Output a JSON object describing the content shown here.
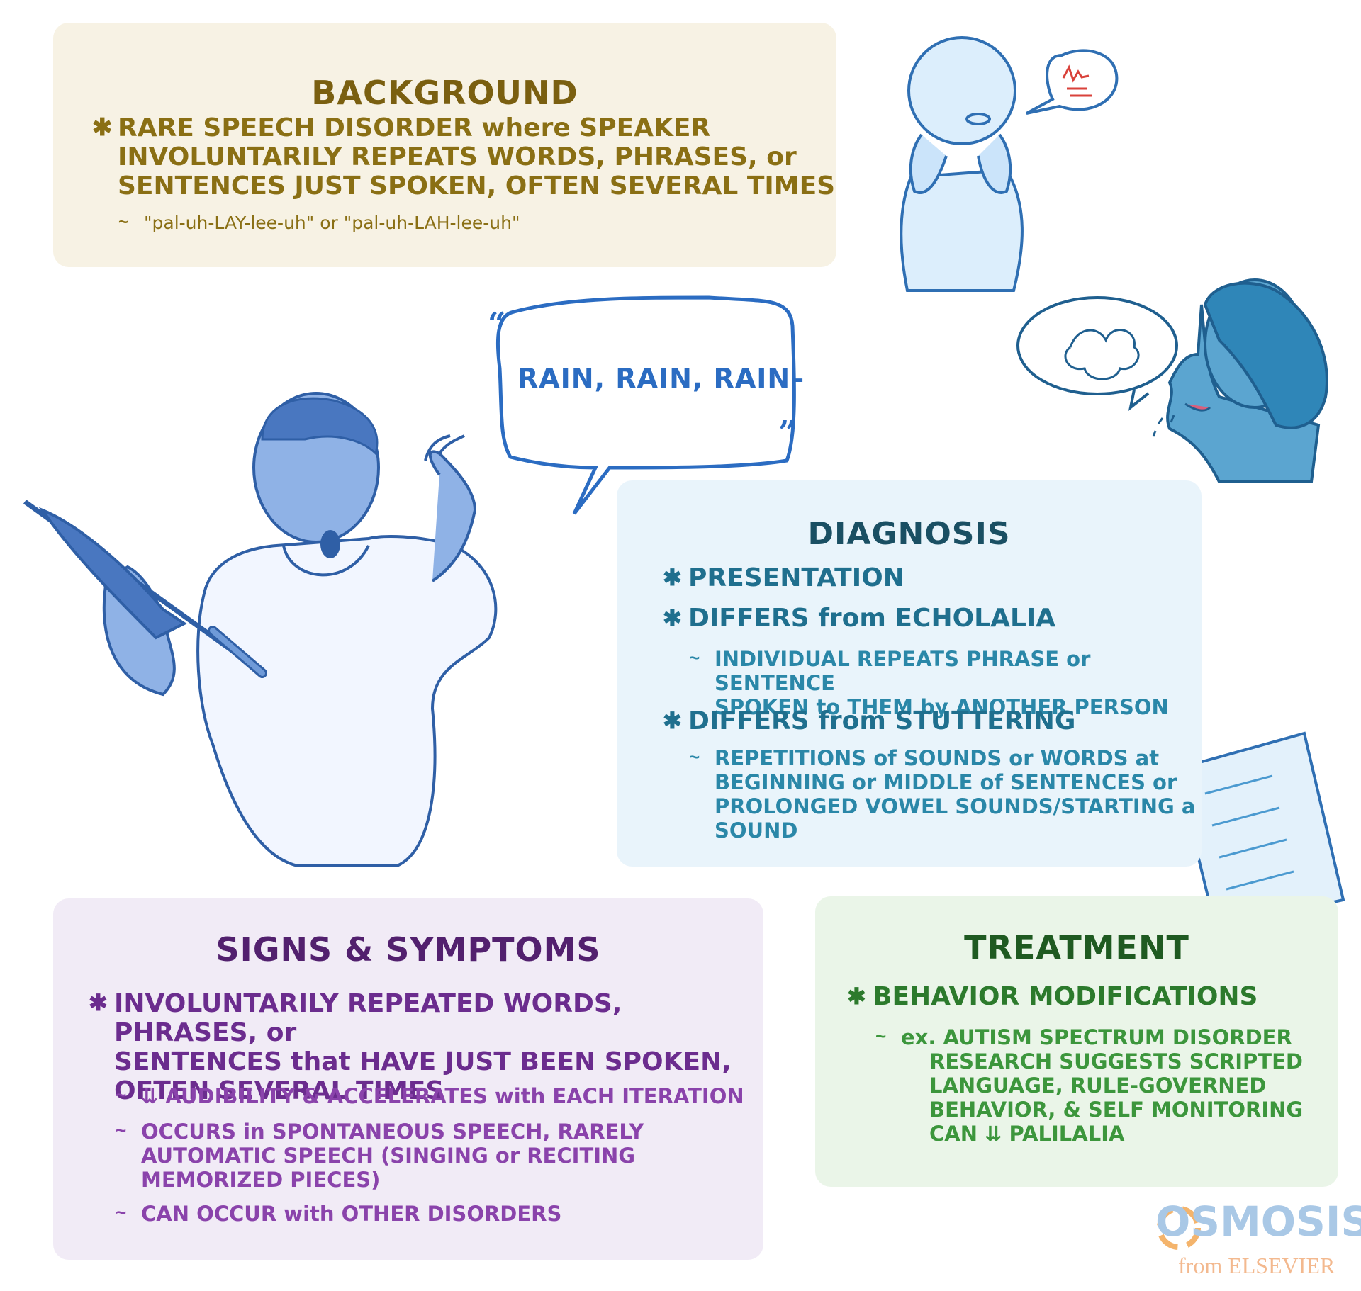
{
  "background": {
    "title": "BACKGROUND",
    "bullet_mark": "✱",
    "points": [
      "RARE SPEECH DISORDER where SPEAKER",
      "INVOLUNTARILY REPEATS WORDS, PHRASES, or",
      "SENTENCES JUST SPOKEN, OFTEN SEVERAL TIMES"
    ],
    "sub_mark": "~",
    "pronunciation": "\"pal-uh-LAY-lee-uh\" or \"pal-uh-LAH-lee-uh\""
  },
  "speech_bubble": {
    "text": "RAIN, RAIN, RAIN–",
    "open_quote": "“",
    "close_quote": "”"
  },
  "diagnosis": {
    "title": "DIAGNOSIS",
    "bullet_mark": "✱",
    "sub_mark": "~",
    "item1": "PRESENTATION",
    "item2": "DIFFERS from ECHOLALIA",
    "item2_sub": [
      "INDIVIDUAL REPEATS PHRASE or SENTENCE",
      "SPOKEN to THEM by ANOTHER PERSON"
    ],
    "item3": "DIFFERS from STUTTERING",
    "item3_sub": [
      "REPETITIONS of SOUNDS or WORDS at",
      "BEGINNING or MIDDLE of SENTENCES or",
      "PROLONGED VOWEL SOUNDS/STARTING a",
      "SOUND"
    ]
  },
  "signs": {
    "title": "SIGNS & SYMPTOMS",
    "bullet_mark": "✱",
    "sub_mark": "~",
    "main": [
      "INVOLUNTARILY REPEATED WORDS, PHRASES, or",
      "SENTENCES that HAVE JUST BEEN SPOKEN,",
      "OFTEN SEVERAL TIMES"
    ],
    "sub1": "⇊ AUDIBILITY & ACCELERATES with EACH ITERATION",
    "sub2": [
      "OCCURS in SPONTANEOUS SPEECH, RARELY",
      "AUTOMATIC SPEECH (SINGING or RECITING",
      "MEMORIZED PIECES)"
    ],
    "sub3": "CAN OCCUR with OTHER DISORDERS"
  },
  "treatment": {
    "title": "TREATMENT",
    "bullet_mark": "✱",
    "sub_mark": "~",
    "item": "BEHAVIOR MODIFICATIONS",
    "sub": [
      "ex. AUTISM SPECTRUM DISORDER",
      "RESEARCH SUGGESTS SCRIPTED",
      "LANGUAGE, RULE-GOVERNED",
      "BEHAVIOR, & SELF MONITORING",
      "CAN ⇊ PALILALIA"
    ]
  },
  "logo": {
    "word": "OSMOSIS",
    "sub": "from ELSEVIER"
  },
  "colors": {
    "background_panel": "#f7f2e4",
    "diagnosis_panel": "#e9f4fb",
    "signs_panel": "#f1ebf6",
    "treatment_panel": "#eaf5e8",
    "figure_blue": "#8fb2e6",
    "outline_blue": "#2f5fa6"
  },
  "icons": [
    "umbrella-icon",
    "speech-bubble-icon",
    "document-icon",
    "scribble-thought-icon"
  ]
}
